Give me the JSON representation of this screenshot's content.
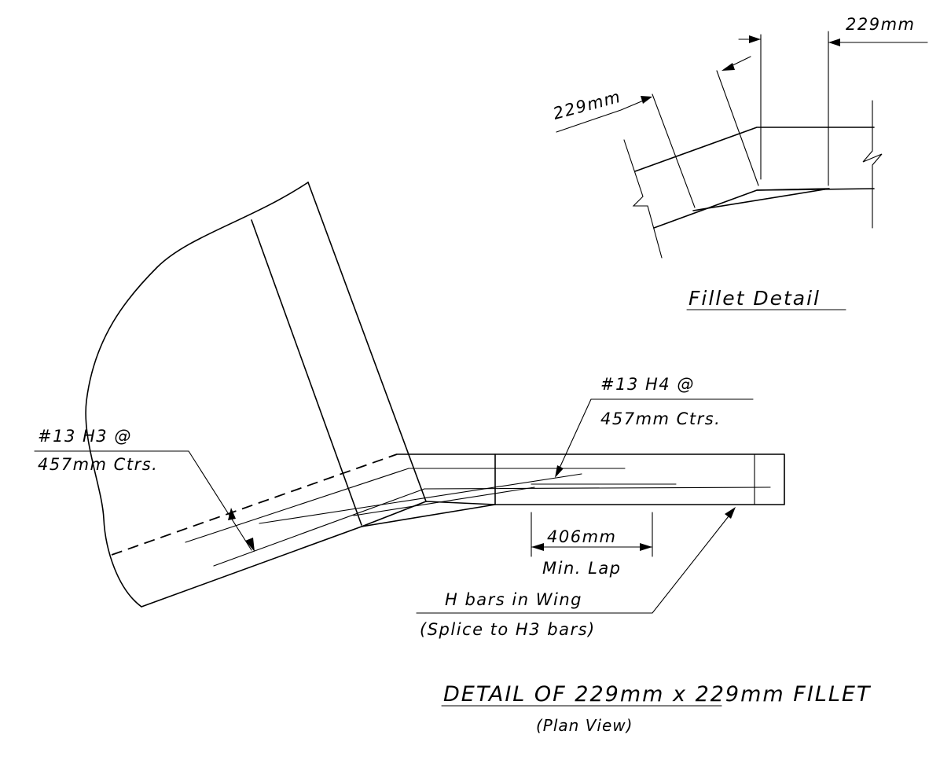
{
  "title": {
    "main": "DETAIL OF 229mm x 229mm FILLET",
    "sub": "(Plan View)"
  },
  "fillet_detail": {
    "caption": "Fillet Detail",
    "dim_top_right": "229mm",
    "dim_left": "229mm"
  },
  "callouts": {
    "h3_line1": "#13 H3 @",
    "h3_line2": "457mm Ctrs.",
    "h4_line1": "#13 H4 @",
    "h4_line2": "457mm Ctrs.",
    "lap_dim": "406mm",
    "lap_label": "Min. Lap",
    "wing_line1": "H bars in Wing",
    "wing_line2": "(Splice to H3 bars)"
  }
}
